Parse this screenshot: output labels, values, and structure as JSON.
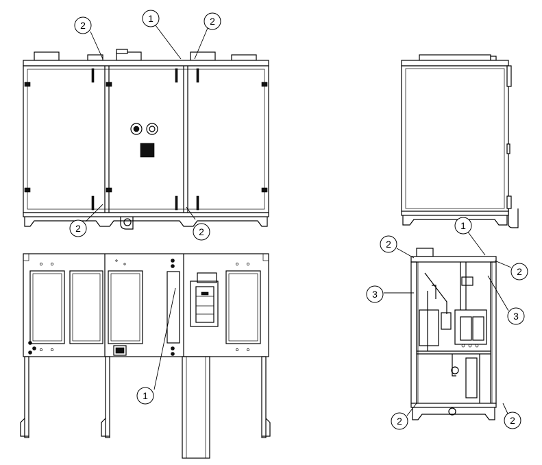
{
  "drawing": {
    "views": [
      {
        "id": "front-view"
      },
      {
        "id": "side-view"
      },
      {
        "id": "front-view-open"
      },
      {
        "id": "side-view-open"
      }
    ],
    "callouts": [
      {
        "id": "c1",
        "label": "1"
      },
      {
        "id": "c2",
        "label": "2"
      },
      {
        "id": "c3",
        "label": "2"
      },
      {
        "id": "c4",
        "label": "2"
      },
      {
        "id": "c5",
        "label": "2"
      },
      {
        "id": "c6",
        "label": "1"
      },
      {
        "id": "c7",
        "label": "1"
      },
      {
        "id": "c8",
        "label": "2"
      },
      {
        "id": "c9",
        "label": "2"
      },
      {
        "id": "c10",
        "label": "3"
      },
      {
        "id": "c11",
        "label": "3"
      },
      {
        "id": "c12",
        "label": "2"
      },
      {
        "id": "c13",
        "label": "2"
      }
    ]
  }
}
